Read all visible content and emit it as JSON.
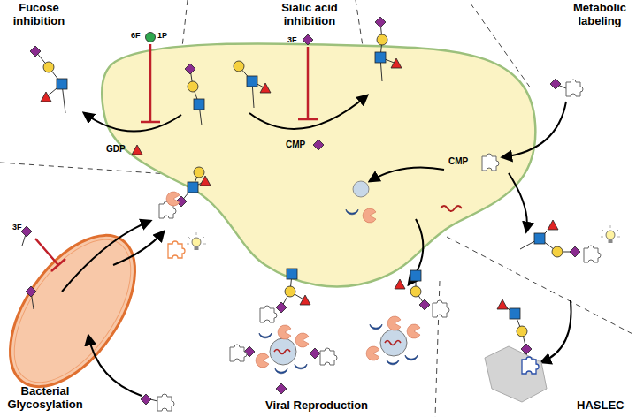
{
  "diagram": {
    "labels": [
      "Fucose inhibition",
      "Sialic acid inhibition",
      "Metabolic labeling",
      "Bacterial Glycosylation",
      "Viral Reproduction",
      "HASLEC",
      "6F",
      "1P",
      "GDP",
      "3F",
      "CMP",
      "CMP",
      "3F"
    ]
  }
}
